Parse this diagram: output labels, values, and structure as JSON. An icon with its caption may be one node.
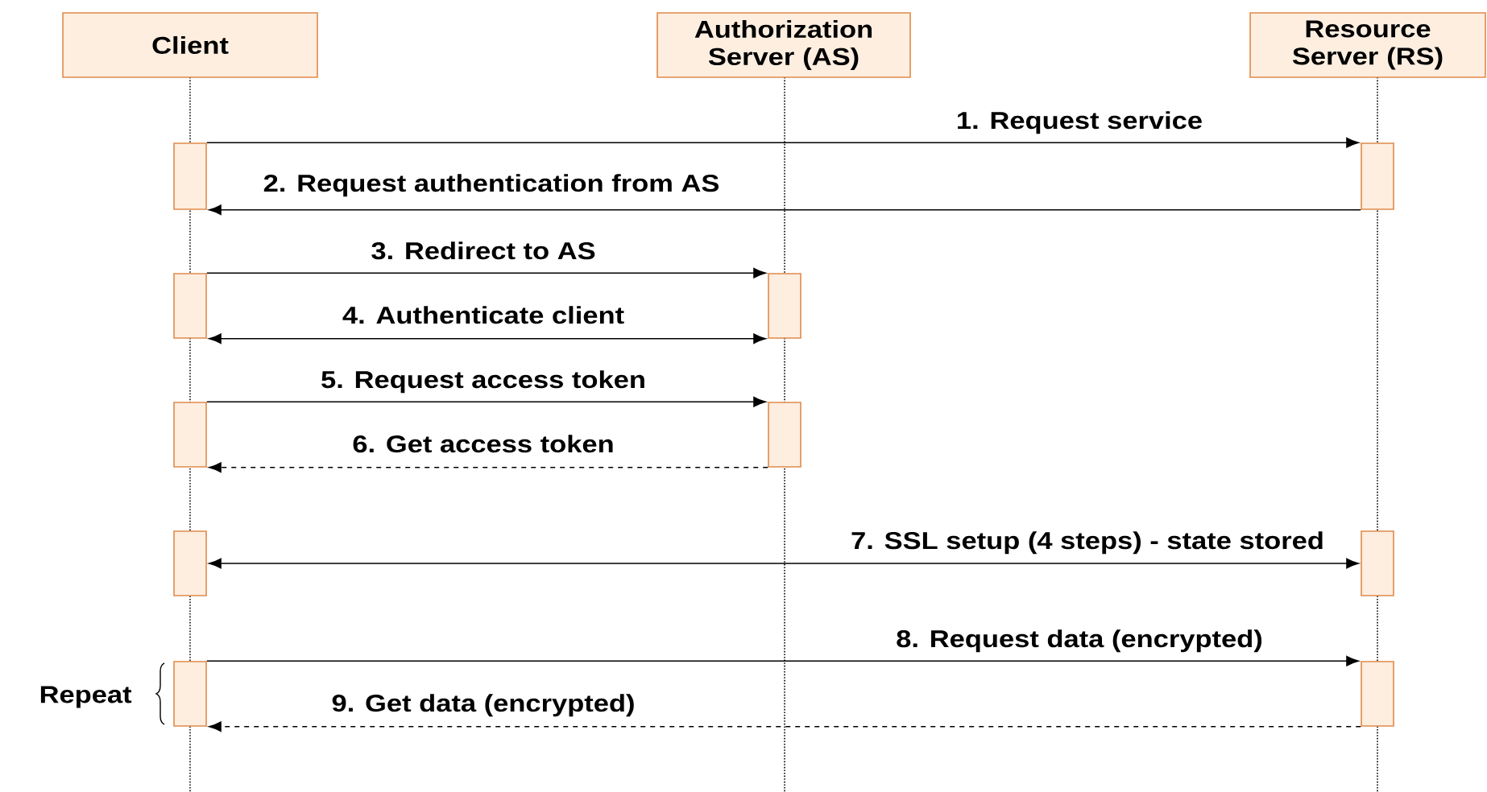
{
  "diagram": {
    "nodes": [
      {
        "text": [
          "Client"
        ]
      },
      {
        "text": [
          "Authorization Server (AS)"
        ]
      },
      {
        "text": [
          "Resource Server (RS)"
        ]
      },
      {
        "text": [],
        "shape": "bar"
      },
      {
        "text": [],
        "shape": "bar"
      },
      {
        "text": [],
        "shape": "bar"
      },
      {
        "text": [],
        "shape": "bar"
      },
      {
        "text": [],
        "shape": "bar"
      },
      {
        "text": [],
        "shape": "bar"
      },
      {
        "text": [],
        "shape": "bar"
      },
      {
        "text": [],
        "shape": "bar"
      },
      {
        "text": [],
        "shape": "bar"
      },
      {
        "text": [],
        "shape": "bar"
      }
    ],
    "edges": [
      {
        "from": 3,
        "to": 4,
        "arrow": "to",
        "label": "1. Request service"
      },
      {
        "from": 4,
        "to": 3,
        "arrow": "to",
        "label": "2. Request authentication from AS"
      },
      {
        "from": 5,
        "to": 6,
        "arrow": "to",
        "label": "3. Redirect to AS"
      },
      {
        "from": 5,
        "to": 6,
        "arrow": "both",
        "label": "4. Authenticate client"
      },
      {
        "from": 7,
        "to": 8,
        "arrow": "to",
        "label": "5. Request access token"
      },
      {
        "from": 8,
        "to": 7,
        "arrow": "to",
        "label": "6. Get access token",
        "style": "dashed"
      },
      {
        "from": 9,
        "to": 10,
        "arrow": "both",
        "label": "7. SSL setup (4 steps) - state stored"
      },
      {
        "from": 11,
        "to": 12,
        "arrow": "to",
        "label": "8. Request data (encrypted)"
      },
      {
        "from": 12,
        "to": 11,
        "arrow": "to",
        "label": "9. Get data (encrypted)",
        "style": "dashed"
      }
    ],
    "labels": [
      "Repeat"
    ]
  }
}
